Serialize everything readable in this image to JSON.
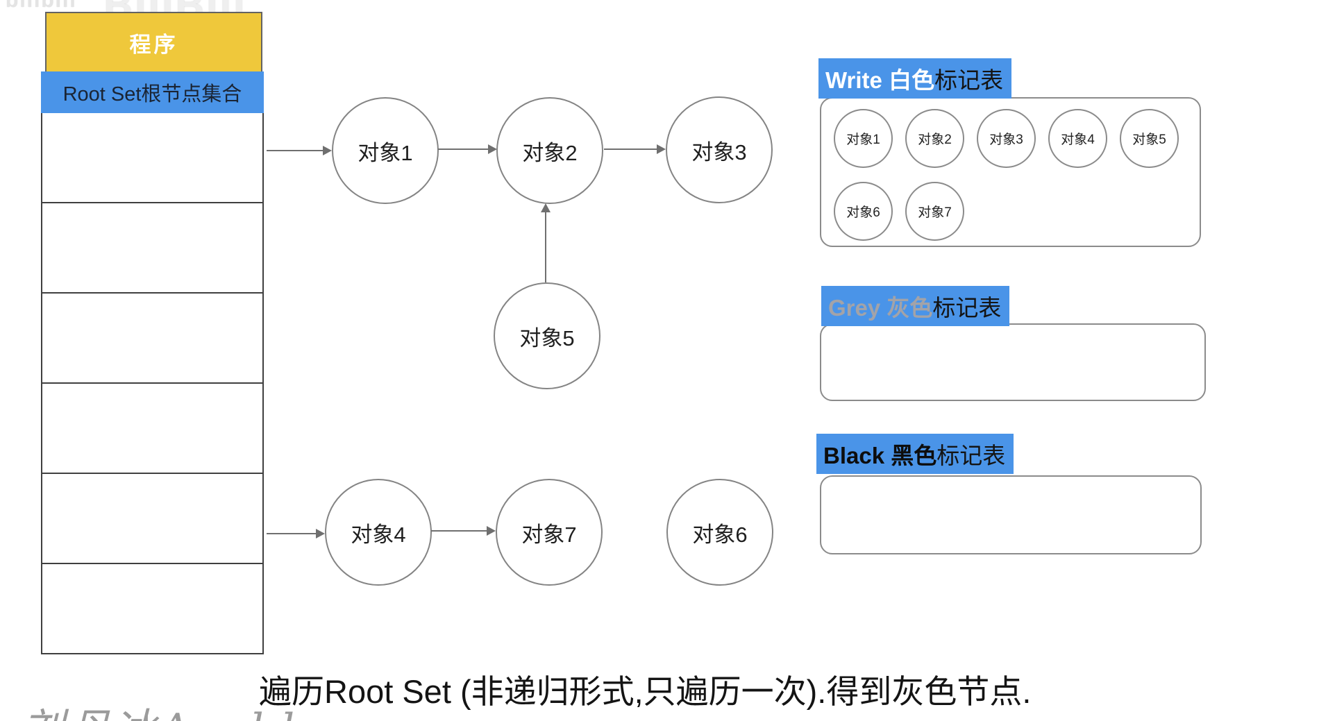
{
  "watermark": {
    "small": "bilibili",
    "large": "BiliBili"
  },
  "memory": {
    "program": "程序",
    "root_set": "Root Set根节点集合",
    "row_count": 6
  },
  "nodes": {
    "obj1": "对象1",
    "obj2": "对象2",
    "obj3": "对象3",
    "obj4": "对象4",
    "obj5": "对象5",
    "obj6": "对象6",
    "obj7": "对象7"
  },
  "white_table": {
    "title_main": "Write 白色",
    "title_suffix": "标记表",
    "items": [
      "对象1",
      "对象2",
      "对象3",
      "对象4",
      "对象5",
      "对象6",
      "对象7"
    ]
  },
  "grey_table": {
    "title_main": "Grey 灰色",
    "title_suffix": "标记表",
    "items": []
  },
  "black_table": {
    "title_main": "Black 黑色",
    "title_suffix": "标记表",
    "items": []
  },
  "caption": "遍历Root Set (非递归形式,只遍历一次).得到灰色节点.",
  "signature": "刘丹冰Aceld",
  "colors": {
    "accent_blue": "#4a94e8",
    "accent_yellow": "#efc83b",
    "grey_label_text": "#a3a3a8",
    "node_border": "#848484",
    "arrow": "#6f6f6f"
  }
}
